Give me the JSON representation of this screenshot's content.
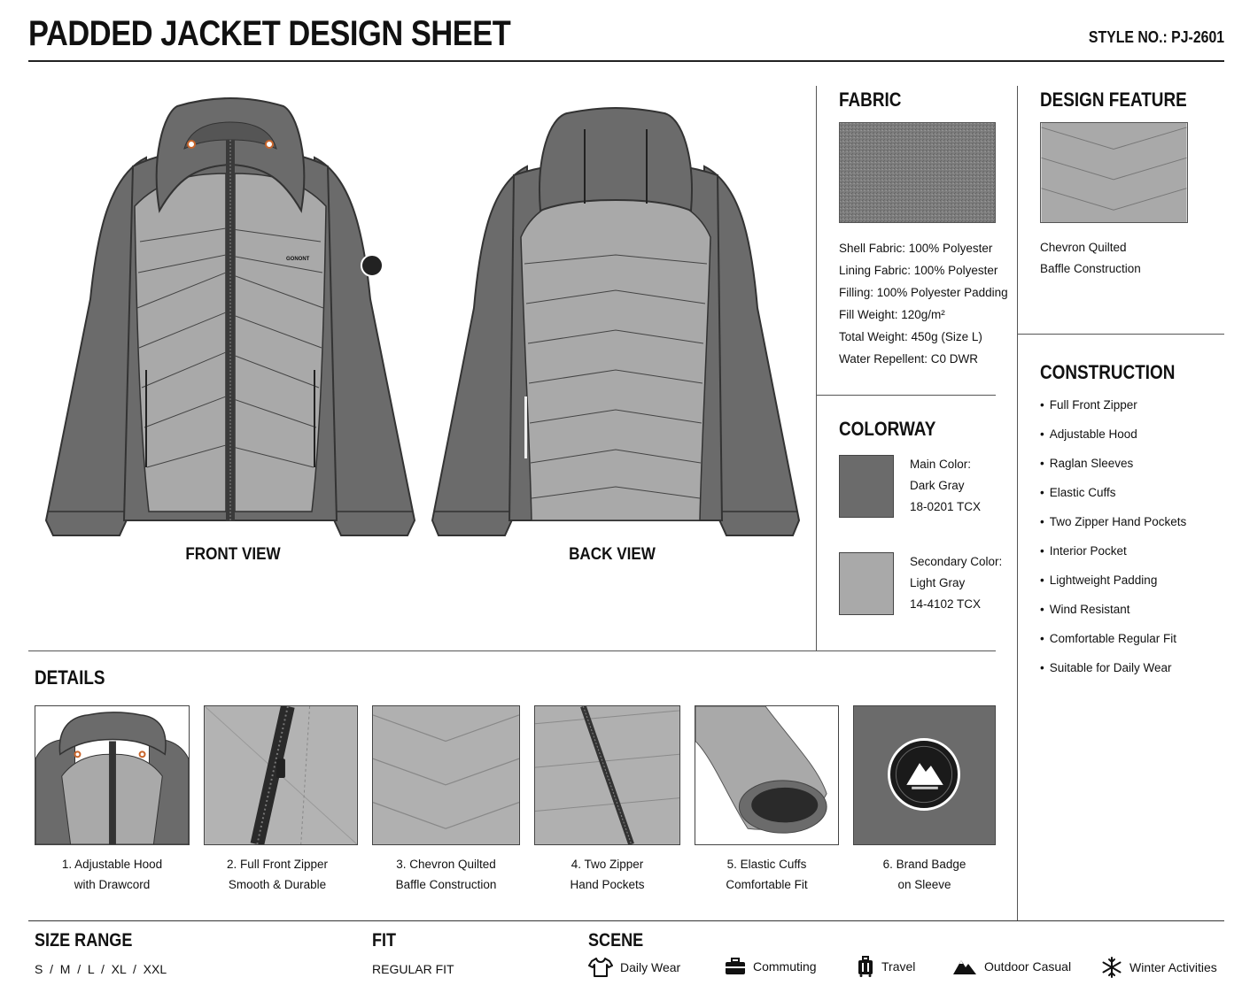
{
  "header": {
    "title": "PADDED JACKET DESIGN SHEET",
    "style_no": "STYLE NO.: PJ-2601"
  },
  "views": {
    "front_label": "FRONT VIEW",
    "back_label": "BACK VIEW",
    "chest_logo": "GONONT"
  },
  "fabric": {
    "heading": "FABRIC",
    "specs": [
      "Shell Fabric: 100% Polyester",
      "Lining Fabric: 100% Polyester",
      "Filling: 100% Polyester Padding",
      "Fill Weight: 120g/m²",
      "Total Weight: 450g (Size L)",
      "Water Repellent: C0 DWR"
    ]
  },
  "design_feature": {
    "heading": "DESIGN FEATURE",
    "lines": [
      "Chevron Quilted",
      "Baffle Construction"
    ]
  },
  "colorway": {
    "heading": "COLORWAY",
    "colors": [
      {
        "label": "Main Color:",
        "name": "Dark Gray",
        "code": "18-0201 TCX",
        "hex": "#6b6b6b"
      },
      {
        "label": "Secondary Color:",
        "name": "Light Gray",
        "code": "14-4102 TCX",
        "hex": "#a9a9a9"
      }
    ]
  },
  "construction": {
    "heading": "CONSTRUCTION",
    "items": [
      "Full Front Zipper",
      "Adjustable Hood",
      "Raglan Sleeves",
      "Elastic Cuffs",
      "Two Zipper Hand Pockets",
      "Interior Pocket",
      "Lightweight Padding",
      "Wind Resistant",
      "Comfortable Regular Fit",
      "Suitable for Daily Wear"
    ]
  },
  "details": {
    "heading": "DETAILS",
    "items": [
      {
        "line1": "1. Adjustable Hood",
        "line2": "with Drawcord"
      },
      {
        "line1": "2. Full Front Zipper",
        "line2": "Smooth & Durable"
      },
      {
        "line1": "3. Chevron Quilted",
        "line2": "Baffle Construction"
      },
      {
        "line1": "4. Two Zipper",
        "line2": "Hand Pockets"
      },
      {
        "line1": "5. Elastic Cuffs",
        "line2": "Comfortable Fit"
      },
      {
        "line1": "6. Brand Badge",
        "line2": "on Sleeve"
      }
    ]
  },
  "footer": {
    "size_heading": "SIZE RANGE",
    "sizes": "S  /  M  /  L  /  XL  /  XXL",
    "fit_heading": "FIT",
    "fit_value": "REGULAR FIT",
    "scene_heading": "SCENE",
    "scenes": [
      {
        "label": "Daily Wear",
        "icon": "tshirt-icon"
      },
      {
        "label": "Commuting",
        "icon": "briefcase-icon"
      },
      {
        "label": "Travel",
        "icon": "luggage-icon"
      },
      {
        "label": "Outdoor Casual",
        "icon": "mountain-icon"
      },
      {
        "label": "Winter Activities",
        "icon": "snowflake-icon"
      }
    ]
  },
  "colors": {
    "dark": "#6b6b6b",
    "light": "#a9a9a9",
    "outline": "#333333",
    "accent": "#c8642a"
  }
}
